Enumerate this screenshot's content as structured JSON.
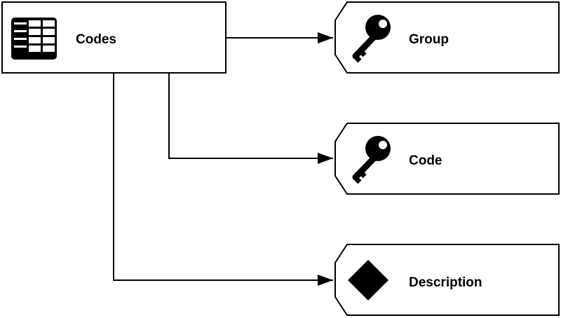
{
  "colors": {
    "stroke": "#000000",
    "fill": "#ffffff",
    "icon": "#000000"
  },
  "table": {
    "label": "Codes",
    "icon": "table-icon"
  },
  "fields": [
    {
      "label": "Group",
      "icon": "key-icon"
    },
    {
      "label": "Code",
      "icon": "key-icon"
    },
    {
      "label": "Description",
      "icon": "diamond-icon"
    }
  ]
}
